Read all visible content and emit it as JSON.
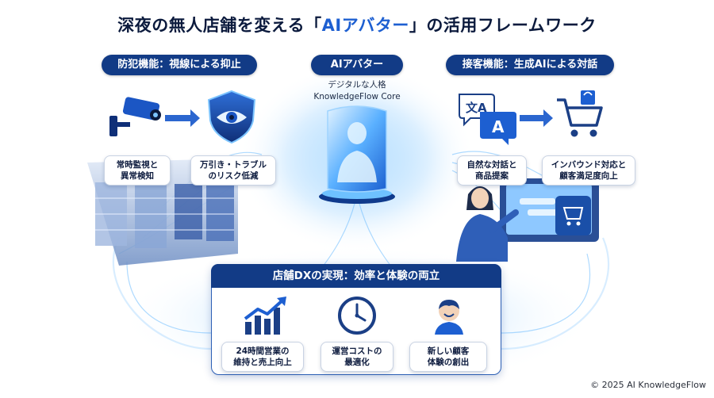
{
  "title": {
    "prefix": "深夜の無人店舗を変える「",
    "accent": "AIアバター",
    "suffix": "」の活用フレームワーク"
  },
  "security": {
    "header": "防犯機能：視線による抑止",
    "card1": [
      "常時監視と",
      "異常検知"
    ],
    "card2": [
      "万引き・トラブル",
      "のリスク低減"
    ]
  },
  "avatar": {
    "header": "AIアバター",
    "sub1": "デジタルな人格",
    "sub2": "KnowledgeFlow Core"
  },
  "service": {
    "header": "接客機能：生成AIによる対話",
    "card1": [
      "自然な対話と",
      "商品提案"
    ],
    "card2": [
      "インバウンド対応と",
      "顧客満足度向上"
    ],
    "translate_glyph_left": "文A",
    "translate_glyph_right": "A"
  },
  "dx": {
    "header": "店舗DXの実現：効率と体験の両立",
    "items": [
      {
        "icon": "growth-chart-icon",
        "lines": [
          "24時間営業の",
          "維持と売上向上"
        ]
      },
      {
        "icon": "clock-icon",
        "lines": [
          "運営コストの",
          "最適化"
        ]
      },
      {
        "icon": "happy-customer-icon",
        "lines": [
          "新しい顧客",
          "体験の創出"
        ]
      }
    ]
  },
  "copyright": "© 2025 AI KnowledgeFlow",
  "colors": {
    "navy": "#123b86",
    "accent_blue": "#1d5fd1",
    "glow": "#5fb4ff"
  }
}
